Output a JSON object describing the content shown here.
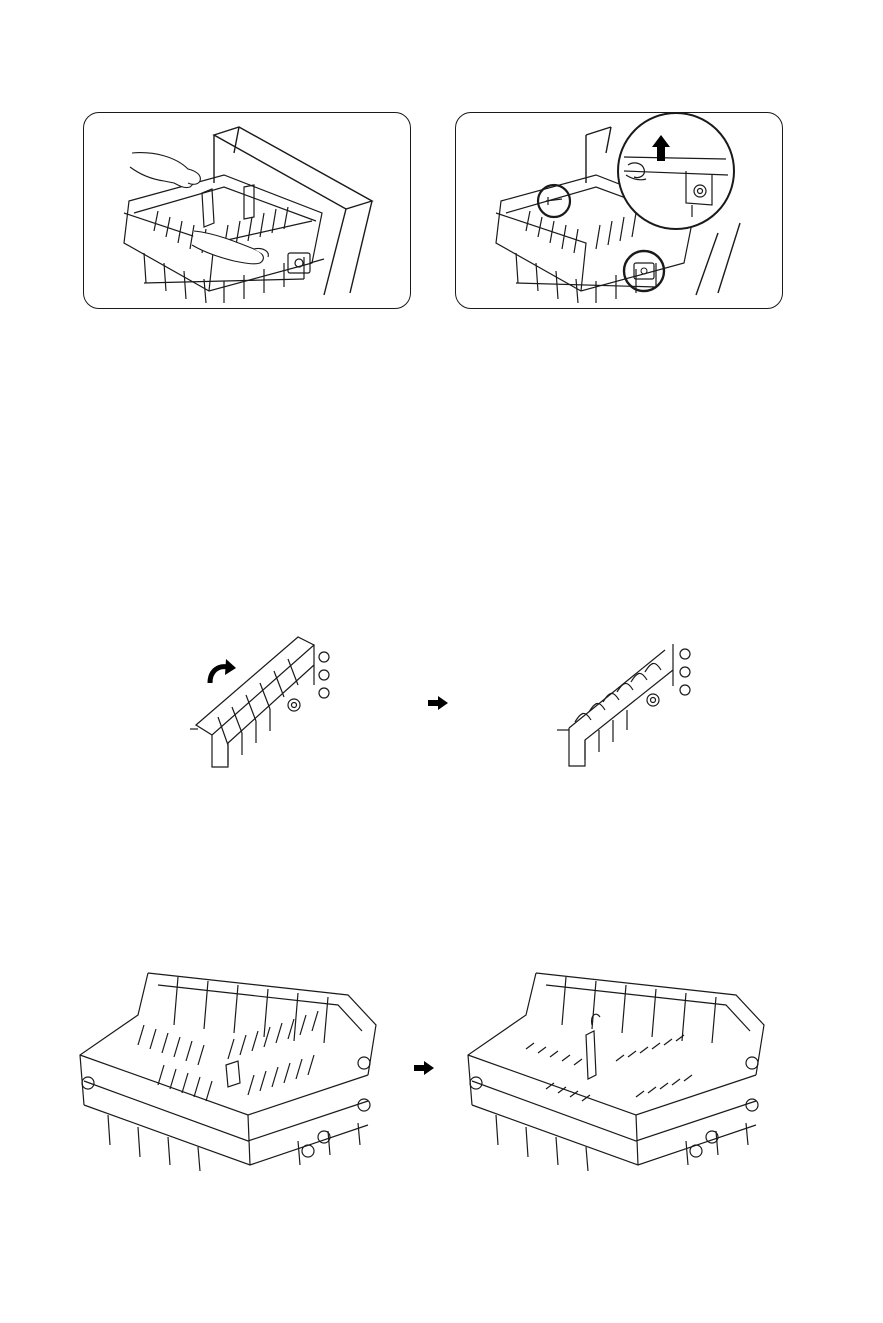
{
  "page": {
    "background": "#ffffff",
    "line_color": "#1a1a1a"
  },
  "row1": {
    "left_panel": {
      "illustration": "hands-removing-upper-basket-from-dishwasher",
      "icon": "hand-icon"
    },
    "right_panel": {
      "illustration": "upper-basket-rail-release-with-zoom-callout",
      "icon": "up-arrow-icon",
      "callouts": [
        "left-rail-stopper-highlight",
        "right-rail-stopper-highlight"
      ]
    }
  },
  "row2": {
    "left_figure": "side-rack-folded-up",
    "arrow_icon": "right-arrow-icon",
    "right_figure": "side-rack-tines-folded-down",
    "rotate_icon": "curved-rotate-arrow-icon"
  },
  "row3": {
    "left_figure": "lower-basket-tines-upright",
    "arrow_icon": "right-arrow-icon",
    "right_figure": "lower-basket-tines-folded"
  }
}
